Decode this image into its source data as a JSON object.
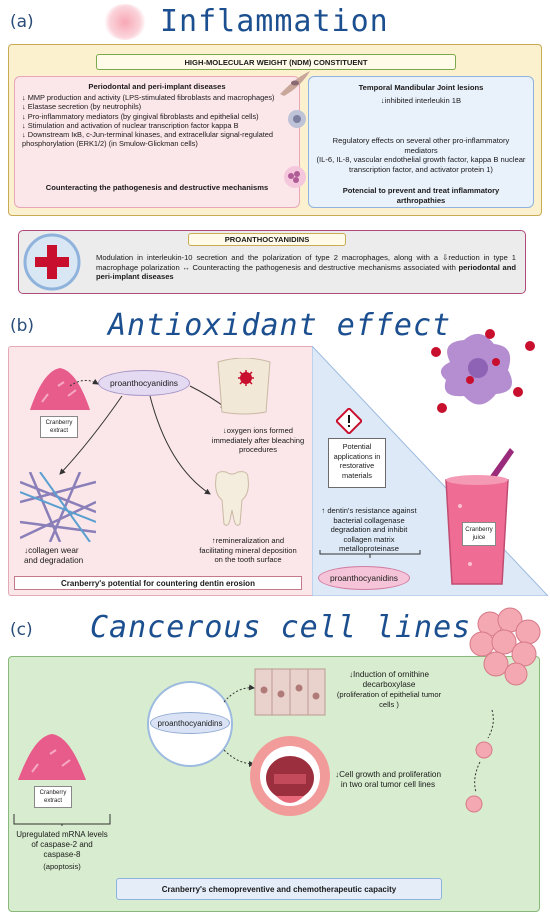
{
  "panels": {
    "a": {
      "letter": "(a)",
      "title": "Inflammation",
      "ndm_header": "HIGH-MOLECULAR WEIGHT (NDM) CONSTITUENT",
      "perio": {
        "heading": "Periodontal and peri-implant diseases",
        "items": [
          "↓ MMP production and activity (LPS-stimulated fibroblasts and macrophages)",
          "↓ Elastase secretion (by neutrophils)",
          "↓ Pro-inflammatory mediators (by gingival fibroblasts and epithelial cells)",
          "↓ Stimulation and activation of nuclear transcription factor kappa B",
          "↓ Downstream IκB, c-Jun-terminal kinases, and extracellular signal-regulated phosphorylation (ERK1/2) (in Smulow-Glickman cells)"
        ],
        "footer": "Counteracting the pathogenesis and destructive mechanisms"
      },
      "tmj": {
        "heading": "Temporal Mandibular Joint lesions",
        "inhibit": "↓inhibited interleukin 1B",
        "regulatory": "Regulatory effects on several other pro-inflammatory mediators",
        "mediators": "(IL-6, IL-8, vascular endothelial growth factor, kappa B nuclear transcription factor, and activator protein 1)",
        "footer": "Potencial to prevent and treat inflammatory arthropathies"
      },
      "pac": {
        "header": "PROANTHOCYANIDINS",
        "text": "Modulation in interleukin-10 secretion and the polarization of type 2 macrophages, along with a ⇩reduction in type 1 macrophage polarization ↔ Counteracting the pathogenesis and destructive mechanisms associated with",
        "bold": "periodontal and peri-implant diseases"
      }
    },
    "b": {
      "letter": "(b)",
      "title": "Antioxidant effect",
      "extract_label": "Cranberry extract",
      "proanthocyanidins": "proanthocyanidins",
      "oxygen": "↓oxygen ions formed immediately after bleaching procedures",
      "collagen": "↓collagen wear and degradation",
      "remineral": "↑remineralization and facilitating mineral deposition on the tooth surface",
      "footer": "Cranberry's potential for countering dentin erosion",
      "potential": "Potential applications in restorative materials",
      "dentin": "↑ dentin's resistance against bacterial collagenase degradation and inhibit collagen matrix metalloproteinase",
      "pac2": "proanthocyanidins",
      "juice": "Cranberry juice"
    },
    "c": {
      "letter": "(c)",
      "title": "Cancerous cell lines",
      "proanthocyanidins": "proanthocyanidins",
      "ornithine": "↓Induction of ornithine decarboxylase",
      "ornithine_sub": "(proliferation of epithelial tumor cells )",
      "growth": "↓Cell growth and proliferation in two oral tumor cell lines",
      "extract_label": "Cranberry extract",
      "mrna": "Upregulated mRNA levels of caspase-2 and caspase-8",
      "apoptosis": "(apoptosis)",
      "footer": "Cranberry's chemopreventive and chemotherapeutic capacity"
    }
  },
  "colors": {
    "title_blue": "#1c4f8f",
    "panel_a_bg": "#fbf1cf",
    "panel_a_border": "#c9ab54",
    "perio_bg": "#fbe6ea",
    "tmj_bg": "#e9f1fb",
    "pac_border": "#b04a7a",
    "panel_b_pink": "#fbe7ea",
    "panel_b_blue": "#dde9f7",
    "panel_c_green": "#d8edcf",
    "cranberry": "#e85c8c"
  }
}
